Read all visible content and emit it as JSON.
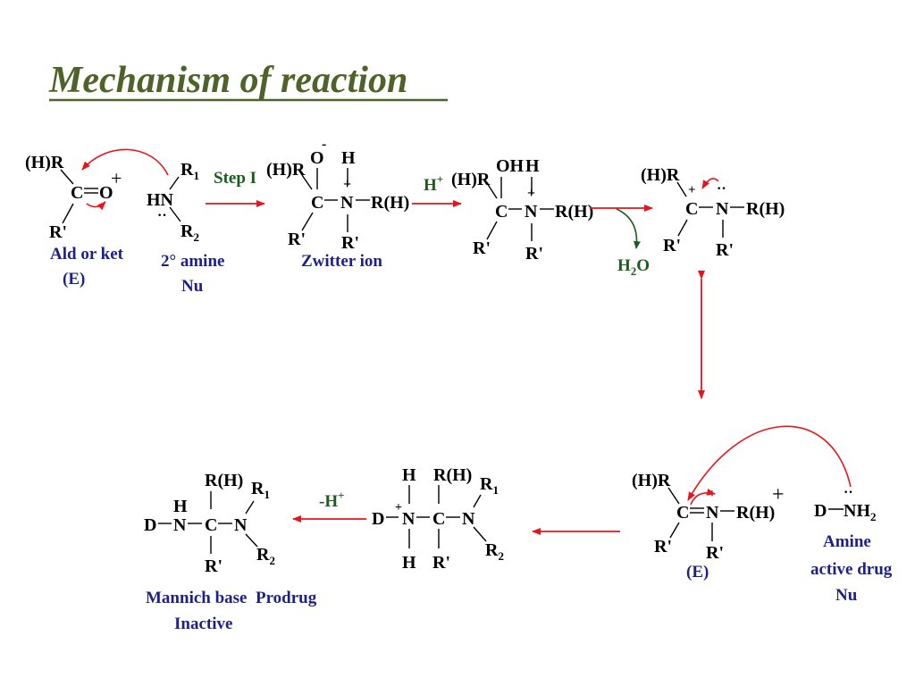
{
  "title": "Mechanism of  reaction",
  "colors": {
    "title": "#4f6228",
    "arrow": "#e8141c",
    "label": "#1f1f8a",
    "reagent": "#1e5c1e",
    "structure": "#000000"
  },
  "step1": {
    "carbonyl": {
      "r_top": "(H)R",
      "c": "C",
      "o": "O",
      "charge": "+",
      "r_bottom": "R'",
      "label_line1": "Ald or ket",
      "label_line2": "(E)"
    },
    "amine": {
      "hn": "HN",
      "r1": "R",
      "r1_sub": "1",
      "r2": "R",
      "r2_sub": "2",
      "lone_pair": "··",
      "label_line1": "2° amine",
      "label_line2": "Nu"
    },
    "arrow_label": "Step I"
  },
  "zwitter": {
    "o": "O",
    "o_charge": "-",
    "h": "H",
    "r_top": "(H)R",
    "c": "C",
    "n": "N",
    "n_charge": "+",
    "r_right": "R(H)",
    "r_bottom_c": "R'",
    "r_bottom_n": "R'",
    "label": "Zwitter ion"
  },
  "protonation": {
    "reagent": "H",
    "reagent_charge": "+"
  },
  "carbinolamine": {
    "oh": "OH",
    "h": "H",
    "r_top": "(H)R",
    "c": "C",
    "n": "N",
    "n_charge": "+",
    "r_right": "R(H)",
    "r_bottom_c": "R'",
    "r_bottom_n": "R'"
  },
  "dehydration": {
    "product": "H",
    "product_sub": "2",
    "product_end": "O"
  },
  "carbocation": {
    "r_top": "(H)R",
    "c": "C",
    "c_charge": "+",
    "n": "N",
    "lone_pair": "··",
    "r_right": "R(H)",
    "r_bottom_c": "R'",
    "r_bottom_n": "R'"
  },
  "iminium": {
    "r_top": "(H)R",
    "c": "C",
    "n": "N",
    "n_charge": "+",
    "r_right": "R(H)",
    "r_bottom_c": "R'",
    "r_bottom_n": "R'",
    "plus": "+",
    "label": "(E)"
  },
  "drug_amine": {
    "d": "D",
    "n": "NH",
    "n_sub": "2",
    "lone_pair": "··",
    "label_line1": "Amine",
    "label_line2": "active drug",
    "label_line3": "Nu"
  },
  "adduct": {
    "d": "D",
    "n1": "N",
    "n1_charge": "+",
    "h_top": "H",
    "h_bottom": "H",
    "c": "C",
    "r_top": "R(H)",
    "r_bottom": "R'",
    "n2": "N",
    "r1": "R",
    "r1_sub": "1",
    "r2": "R",
    "r2_sub": "2"
  },
  "deprotonation": {
    "reagent": "-H",
    "reagent_charge": "+"
  },
  "mannich": {
    "d": "D",
    "n1": "N",
    "h": "H",
    "c": "C",
    "r_top": "R(H)",
    "r_bottom": "R'",
    "n2": "N",
    "r1": "R",
    "r1_sub": "1",
    "r2": "R",
    "r2_sub": "2",
    "label_line1": "Mannich base  Prodrug",
    "label_line2": "Inactive"
  }
}
